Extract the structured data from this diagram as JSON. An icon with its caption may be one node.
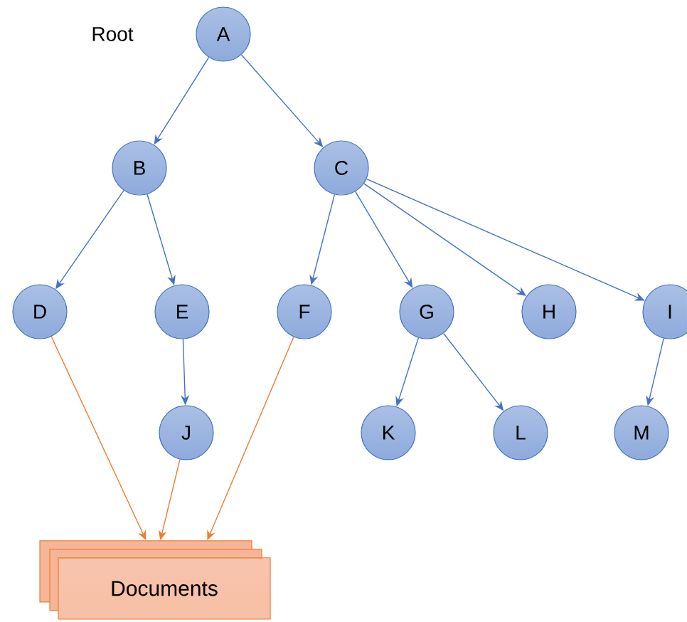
{
  "diagram": {
    "nodes": [
      {
        "text": [
          "A"
        ]
      },
      {
        "text": [
          "B"
        ]
      },
      {
        "text": [
          "C"
        ]
      },
      {
        "text": [
          "D"
        ]
      },
      {
        "text": [
          "E"
        ]
      },
      {
        "text": [
          "F"
        ]
      },
      {
        "text": [
          "G"
        ]
      },
      {
        "text": [
          "H"
        ]
      },
      {
        "text": [
          "I"
        ]
      },
      {
        "text": [
          "J"
        ]
      },
      {
        "text": [
          "K"
        ]
      },
      {
        "text": [
          "L"
        ]
      },
      {
        "text": [
          "M"
        ]
      },
      {
        "text": [
          "Documents"
        ]
      }
    ],
    "edges": [
      {
        "from": 0,
        "to": 1,
        "arrow": "to"
      },
      {
        "from": 0,
        "to": 2,
        "arrow": "to"
      },
      {
        "from": 1,
        "to": 3,
        "arrow": "to"
      },
      {
        "from": 1,
        "to": 4,
        "arrow": "to"
      },
      {
        "from": 2,
        "to": 5,
        "arrow": "to"
      },
      {
        "from": 2,
        "to": 6,
        "arrow": "to"
      },
      {
        "from": 2,
        "to": 7,
        "arrow": "to"
      },
      {
        "from": 2,
        "to": 8,
        "arrow": "to"
      },
      {
        "from": 4,
        "to": 9,
        "arrow": "to"
      },
      {
        "from": 6,
        "to": 10,
        "arrow": "to"
      },
      {
        "from": 6,
        "to": 11,
        "arrow": "to"
      },
      {
        "from": 8,
        "to": 12,
        "arrow": "to"
      },
      {
        "from": 3,
        "to": 13,
        "arrow": "to",
        "color": "#ed7d31"
      },
      {
        "from": 9,
        "to": 13,
        "arrow": "to",
        "color": "#ed7d31"
      },
      {
        "from": 5,
        "to": 13,
        "arrow": "to",
        "color": "#ed7d31"
      }
    ],
    "labels": [
      "Root"
    ]
  }
}
